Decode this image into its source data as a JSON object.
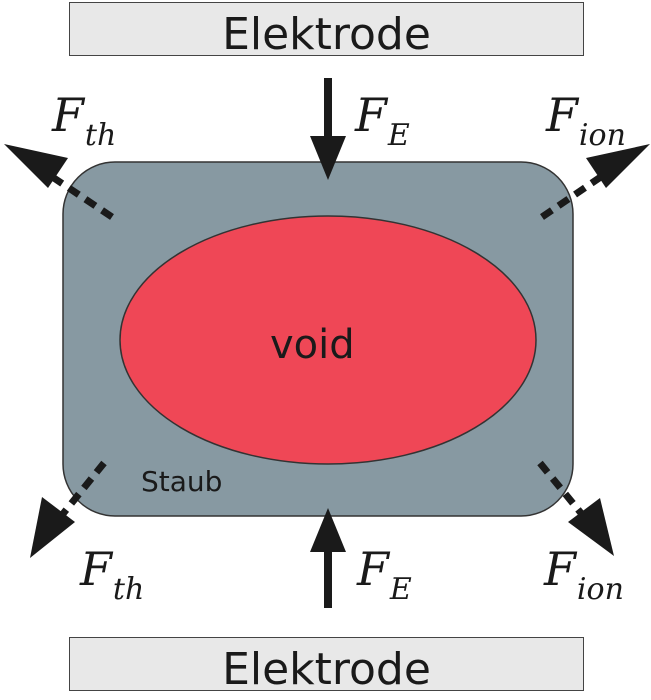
{
  "electrodes": {
    "top_label": "Elektrode",
    "bottom_label": "Elektrode"
  },
  "particle": {
    "outer_label": "Staub",
    "inner_label": "void"
  },
  "forces": {
    "thermophoretic": {
      "symbol": "F",
      "subscript": "th"
    },
    "electric": {
      "symbol": "F",
      "subscript": "E"
    },
    "ion_drag": {
      "symbol": "F",
      "subscript": "ion"
    }
  },
  "colors": {
    "dust_fill": "#8799a2",
    "void_fill": "#ef4756",
    "electrode_fill": "#e8e8e8",
    "arrow": "#1a1a1a"
  }
}
